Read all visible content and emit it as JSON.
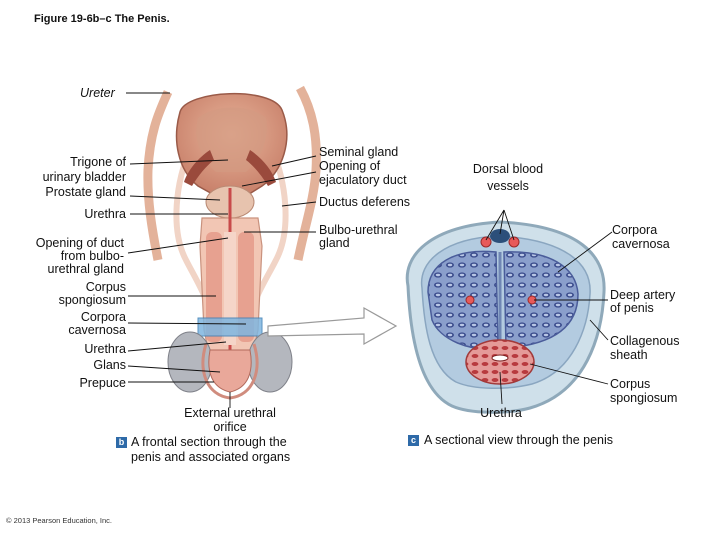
{
  "figure_title": "Figure 19-6b–c  The Penis.",
  "copyright": "© 2013 Pearson Education, Inc.",
  "left_labels": {
    "ureter": "Ureter",
    "trigone_1": "Trigone of",
    "trigone_2": "urinary bladder",
    "prostate": "Prostate gland",
    "urethra_top": "Urethra",
    "opening_1": "Opening of duct",
    "opening_2": "from bulbo-",
    "opening_3": "urethral gland",
    "cs_1": "Corpus",
    "cs_2": "spongiosum",
    "cc_1": "Corpora",
    "cc_2": "cavernosa",
    "urethra_bottom": "Urethra",
    "glans": "Glans",
    "prepuce": "Prepuce"
  },
  "center_labels": {
    "seminal": "Seminal gland",
    "ejac_1": "Opening of",
    "ejac_2": "ejaculatory duct",
    "deferens": "Ductus deferens",
    "bulbo_1": "Bulbo-urethral",
    "bulbo_2": "gland",
    "ext_1": "External urethral",
    "ext_2": "orifice"
  },
  "panel_b": {
    "letter": "b",
    "caption_1": "A frontal section through the",
    "caption_2": "penis and associated organs"
  },
  "panel_c": {
    "letter": "c",
    "caption": "A sectional view through the penis"
  },
  "right_labels": {
    "dorsal_1": "Dorsal blood",
    "dorsal_2": "vessels",
    "cc_1": "Corpora",
    "cc_2": "cavernosa",
    "deep_1": "Deep artery",
    "deep_2": "of penis",
    "coll_1": "Collagenous",
    "coll_2": "sheath",
    "cs_1": "Corpus",
    "cs_2": "spongiosum",
    "urethra": "Urethra"
  }
}
